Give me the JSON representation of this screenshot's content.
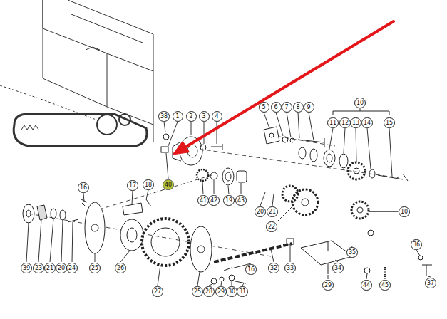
{
  "diagram": {
    "labels": [
      "38",
      "1",
      "2",
      "3",
      "4",
      "40",
      "41",
      "42",
      "19",
      "43",
      "5",
      "6",
      "7",
      "8",
      "9",
      "10",
      "11",
      "12",
      "13",
      "14",
      "15",
      "16",
      "17",
      "18",
      "20",
      "21",
      "22",
      "10",
      "39",
      "23",
      "21",
      "20",
      "24",
      "25",
      "26",
      "27",
      "25",
      "28",
      "29",
      "30",
      "31",
      "16",
      "32",
      "33",
      "34",
      "35",
      "29",
      "44",
      "45",
      "36",
      "37"
    ]
  }
}
